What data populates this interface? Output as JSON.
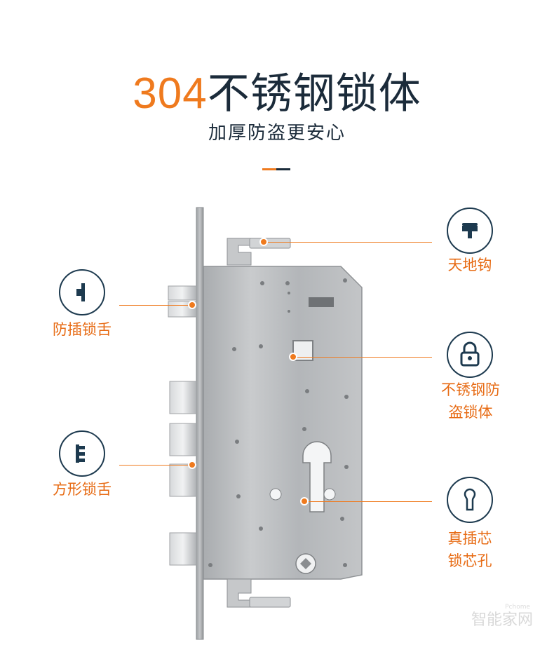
{
  "header": {
    "title_number": "304",
    "title_text": "不锈钢锁体",
    "subtitle": "加厚防盗更安心"
  },
  "callouts": {
    "anti_insert_latch": {
      "label": "防插锁舌",
      "icon": "half-door-latch-icon"
    },
    "square_bolt": {
      "label": "方形锁舌",
      "icon": "square-bolt-icon"
    },
    "top_bottom_hook": {
      "label": "天地钩",
      "icon": "hook-icon"
    },
    "stainless_body": {
      "label_line1": "不锈钢防",
      "label_line2": "盗锁体",
      "icon": "padlock-icon"
    },
    "real_cylinder_hole": {
      "label_line1": "真插芯",
      "label_line2": "锁芯孔",
      "icon": "keyhole-icon"
    }
  },
  "colors": {
    "accent": "#ef7a1e",
    "dark": "#1b2b3a",
    "steel": "#b9bcbf"
  },
  "watermark": {
    "text": "智能家网",
    "subtext": "Pchome"
  }
}
